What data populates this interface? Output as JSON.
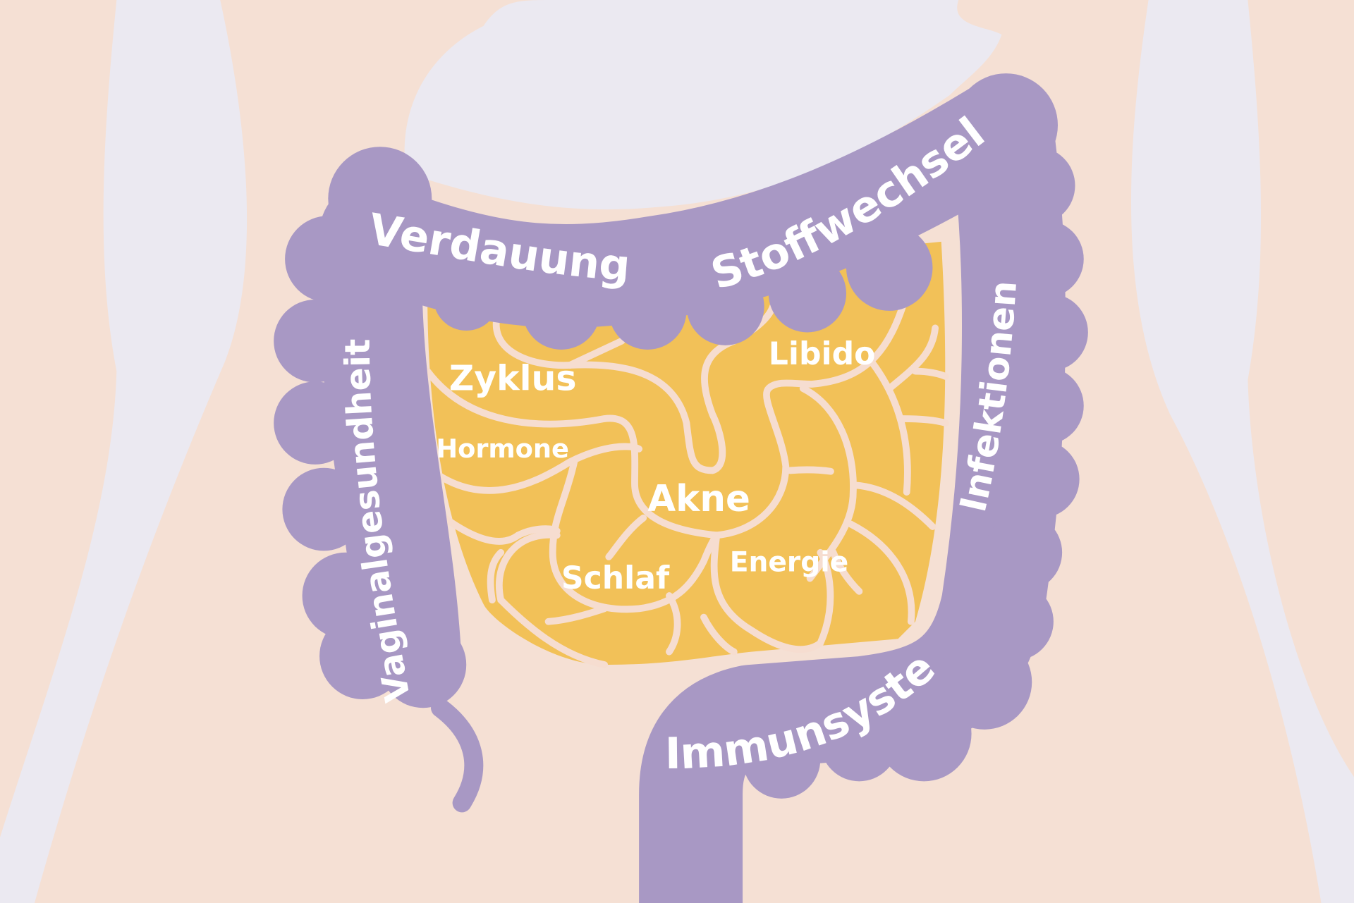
{
  "colors": {
    "background": "#f5e0d4",
    "body_gap": "#ebe9f1",
    "large_intestine": "#a898c4",
    "small_intestine": "#f2c158",
    "intestine_lines": "#f6ddd0",
    "text": "#ffffff"
  },
  "outer_labels": {
    "digestion": "Verdauung",
    "metabolism": "Stoffwechsel",
    "vaginal_health": "Vaginalgesundheit",
    "infections": "Infektionen",
    "immune_system": "Immunsystem"
  },
  "inner_labels": {
    "cycle": "Zyklus",
    "hormones": "Hormone",
    "libido": "Libido",
    "acne": "Akne",
    "sleep": "Schlaf",
    "energy": "Energie"
  }
}
